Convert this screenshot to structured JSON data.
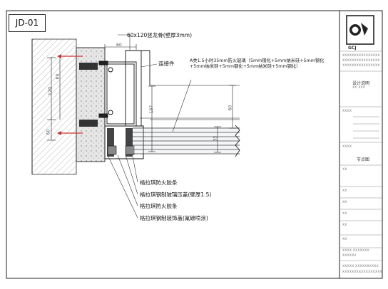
{
  "sheet_id": "JD-01",
  "callouts": {
    "mullion": "60x120竖龙骨(壁厚3mm)",
    "connector": "连接件",
    "glass_line1": "A类1.5小时35mm防火玻璃（5mm钢化+5mm纳米硅+5mm钢化",
    "glass_line2": "+5mm纳米硅+5mm钢化+5mm纳米硅+5mm钢化）",
    "seal_strip_top": "格拉琪防火胶条",
    "glass_bead": "格拉琪钢制玻璃压盖(壁厚1.5)",
    "seal_strip_bottom": "格拉琪防火胶条",
    "cover_cap": "格拉琪钢制装饰盖(氟碳喷涂)"
  },
  "dimensions": {
    "top_width": "60",
    "left_total": "120",
    "left_top": "60",
    "left_bottom": "60",
    "mid_187": "187",
    "right_60": "60",
    "right_35": "35"
  },
  "title_block": {
    "logo_text": "GCJ",
    "company_line1": "XXXXXXXXXXXXXXXX",
    "company_line2": "XXXXXXXXXXXXXXXX",
    "company_line3": "XXXXXXXXXXXXXXXX",
    "design_note": "设计说明",
    "design_note_sub": "XX XXX",
    "drawing_name": "节点图",
    "field_a": "XXXX",
    "field_b": "XXXX",
    "field_c": "XX",
    "field_d": "XX",
    "field_e": "XX",
    "field_f": "XX",
    "field_g": "XX",
    "field_h": "XX",
    "field_i": "XXXX XXXXXXX",
    "field_j": "XXXXXX",
    "footer1": "XXXXX XXXXXXXXXX",
    "footer2": "XXXXXXXXXXXXXXXXX"
  },
  "colors": {
    "line": "#111111",
    "frame": "#222222",
    "leader": "#333333",
    "glass": "#cfd6dc",
    "concrete": "#d9d9d9",
    "hatch": "#999999"
  }
}
